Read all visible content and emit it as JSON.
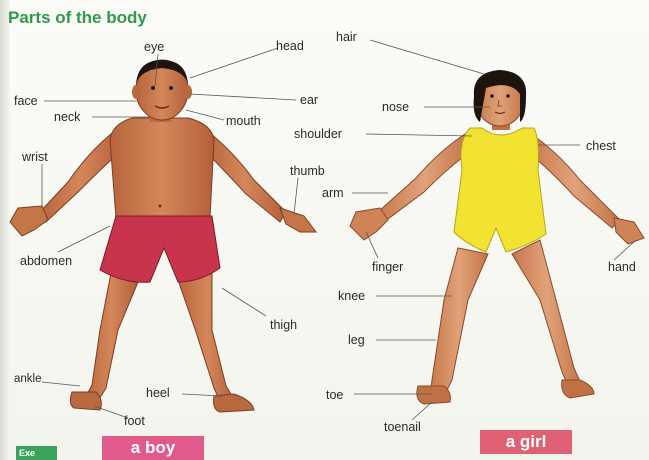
{
  "title": "Parts of the body",
  "boy": {
    "caption": "a boy",
    "labels": {
      "eye": "eye",
      "head": "head",
      "face": "face",
      "ear": "ear",
      "neck": "neck",
      "mouth": "mouth",
      "wrist": "wrist",
      "thumb": "thumb",
      "abdomen": "abdomen",
      "thigh": "thigh",
      "ankle": "ankle",
      "heel": "heel",
      "foot": "foot"
    }
  },
  "girl": {
    "caption": "a girl",
    "labels": {
      "hair": "hair",
      "nose": "nose",
      "shoulder": "shoulder",
      "chest": "chest",
      "arm": "arm",
      "finger": "finger",
      "hand": "hand",
      "knee": "knee",
      "leg": "leg",
      "toe": "toe",
      "toenail": "toenail"
    }
  },
  "footer_tag": "Exe",
  "colors": {
    "title": "#2e9a4a",
    "skin": "#c9764a",
    "boy_shorts": "#c8344c",
    "girl_swimsuit": "#f2e231",
    "caption_boy": "#e05a8c",
    "caption_girl": "#e06074"
  }
}
